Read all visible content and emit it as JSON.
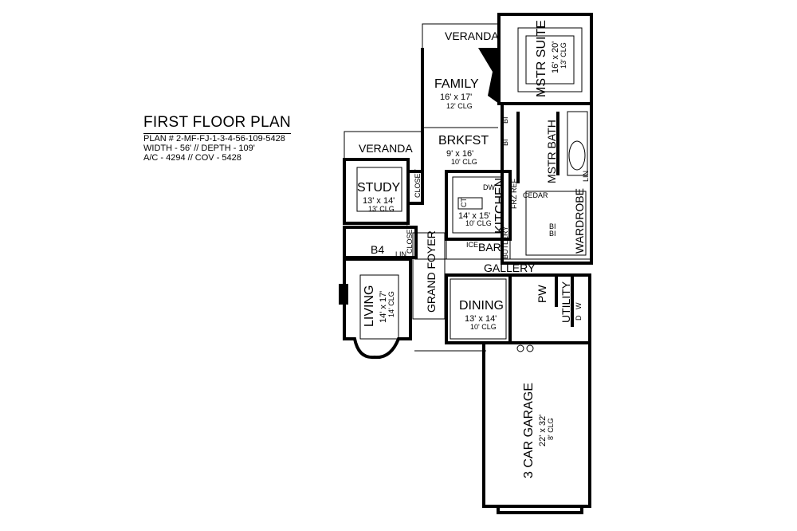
{
  "title_block": {
    "title": "FIRST FLOOR PLAN",
    "plan_number": "PLAN # 2-MF-FJ-1-3-4-56-109-5428",
    "dimensions": "WIDTH - 56' // DEPTH - 109'",
    "area": "A/C - 4294 // COV - 5428"
  },
  "rooms": {
    "veranda_rear": {
      "name": "VERANDA"
    },
    "master_suite": {
      "name": "MSTR SUITE",
      "size": "16' x 20'",
      "ceiling": "13' CLG"
    },
    "family": {
      "name": "FAMILY",
      "size": "16' x 17'",
      "ceiling": "12' CLG"
    },
    "breakfast": {
      "name": "BRKFST",
      "size": "9' x 16'",
      "ceiling": "10' CLG"
    },
    "master_bath": {
      "name": "MSTR BATH"
    },
    "veranda_side": {
      "name": "VERANDA"
    },
    "study": {
      "name": "STUDY",
      "size": "13' x 14'",
      "ceiling": "13' CLG"
    },
    "study_closet": {
      "name": "CLOSET"
    },
    "kitchen": {
      "name": "KITCHEN",
      "size": "14' x 15'",
      "ceiling": "10' CLG"
    },
    "frz_ref": {
      "name": "FRZ REF"
    },
    "cedar": {
      "name": "CEDAR"
    },
    "wardrobe": {
      "name": "WARDROBE"
    },
    "b4": {
      "name": "B4"
    },
    "foyer_closet": {
      "name": "CLOSET"
    },
    "bar": {
      "name": "BAR"
    },
    "butlery": {
      "name": "BUTLERY"
    },
    "gallery": {
      "name": "GALLERY"
    },
    "grand_foyer": {
      "name": "GRAND FOYER"
    },
    "living": {
      "name": "LIVING",
      "size": "14' x 17'",
      "ceiling": "14' CLG"
    },
    "dining": {
      "name": "DINING",
      "size": "13' x 14'",
      "ceiling": "10' CLG"
    },
    "powder": {
      "name": "PW"
    },
    "utility": {
      "name": "UTILITY"
    },
    "garage": {
      "name": "3 CAR GARAGE",
      "size": "22' x 32'",
      "ceiling": "8' CLG"
    }
  },
  "fixtures": {
    "bi": "BI",
    "dw": "DW",
    "ct": "CT",
    "ice": "ICE",
    "lin": "LIN",
    "d": "D",
    "w": "W"
  }
}
